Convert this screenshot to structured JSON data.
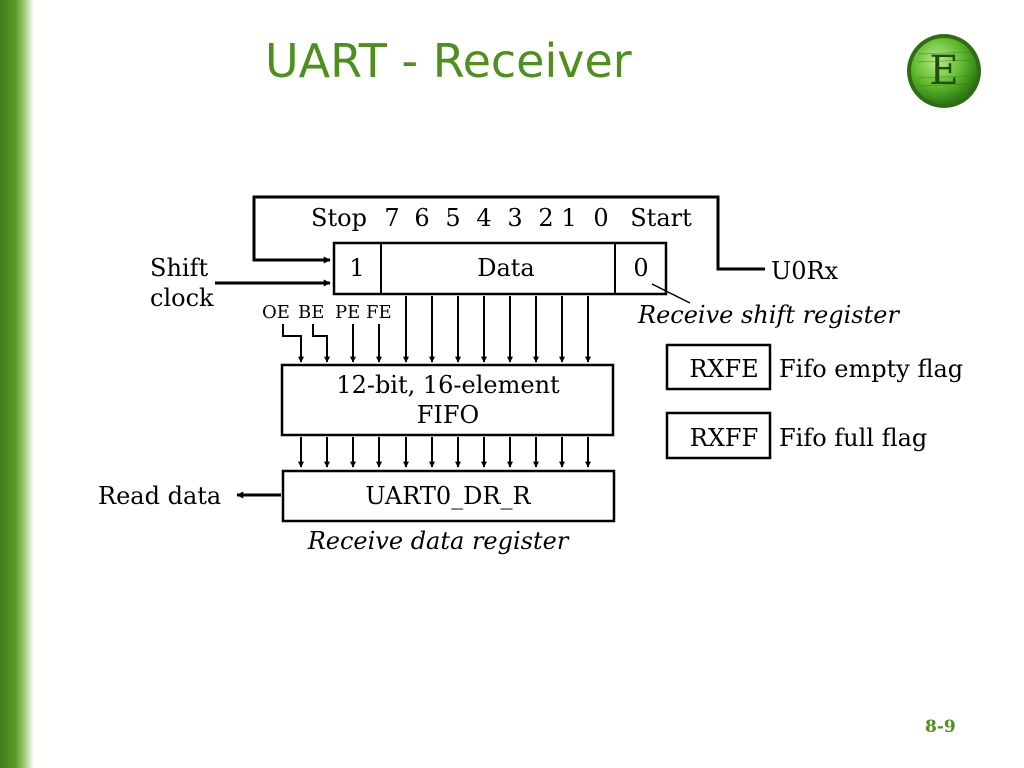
{
  "title": "UART - Receiver",
  "page_number": "8-9",
  "logo": {
    "letter": "E",
    "icon": "textbook-logo-icon",
    "color": "#5cb82a"
  },
  "colors": {
    "accent": "#4f8f1e",
    "sidebar": "#5a9a2c"
  },
  "frame_labels": {
    "stop": "Stop",
    "bits": [
      "7",
      "6",
      "5",
      "4",
      "3",
      "2",
      "1",
      "0"
    ],
    "start": "Start"
  },
  "shift_register": {
    "stop_bit": "1",
    "data": "Data",
    "start_bit": "0",
    "caption": "Receive shift register"
  },
  "inputs": {
    "shift_clock_line1": "Shift",
    "shift_clock_line2": "clock",
    "rx_pin": "U0Rx"
  },
  "error_flags": [
    "OE",
    "BE",
    "PE",
    "FE"
  ],
  "fifo": {
    "line1": "12-bit, 16-element",
    "line2": "FIFO"
  },
  "data_register": {
    "name": "UART0_DR_R",
    "caption": "Receive data register",
    "read_label": "Read data"
  },
  "flags": [
    {
      "name": "RXFE",
      "description": "Fifo empty flag"
    },
    {
      "name": "RXFF",
      "description": "Fifo full flag"
    }
  ]
}
